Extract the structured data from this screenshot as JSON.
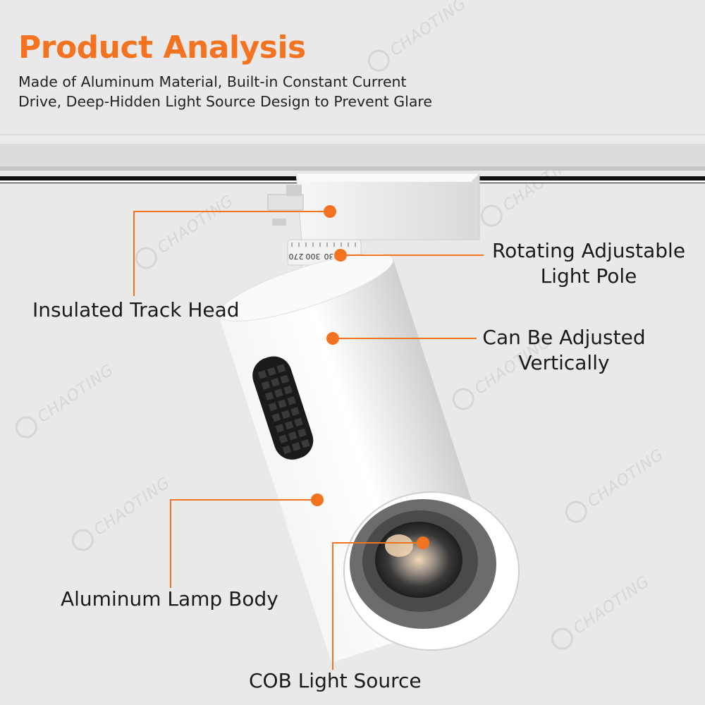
{
  "header": {
    "title": "Product Analysis",
    "subtitle": "Made of Aluminum Material, Built-in Constant Current Drive, Deep-Hidden Light Source Design to Prevent Glare"
  },
  "callouts": {
    "track_head": "Insulated Track Head",
    "rotating_pole_line1": "Rotating Adjustable",
    "rotating_pole_line2": "Light Pole",
    "vertical_line1": "Can Be Adjusted",
    "vertical_line2": "Vertically",
    "lamp_body": "Aluminum Lamp Body",
    "cob_source": "COB Light Source"
  },
  "dial": {
    "marks": [
      "330",
      "300",
      "270"
    ]
  },
  "watermark": {
    "brand": "CHAOTING"
  },
  "colors": {
    "accent": "#f47320",
    "background": "#e9e9e9",
    "text": "#1a1a1a"
  }
}
